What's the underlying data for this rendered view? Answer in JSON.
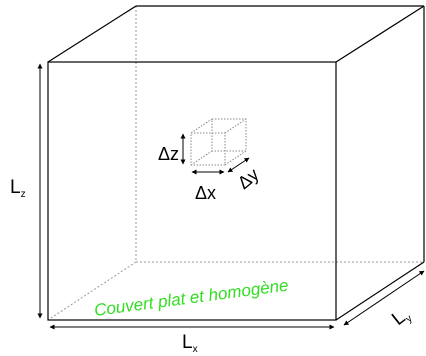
{
  "labels": {
    "lx": "L",
    "lx_sub": "x",
    "ly": "L",
    "ly_sub": "y",
    "lz": "L",
    "lz_sub": "z",
    "dx": "Δx",
    "dy": "Δy",
    "dz": "Δz",
    "ground_text": "Couvert plat et homogène"
  },
  "colors": {
    "box_edges": "#000000",
    "hidden_edges": "#9a9a9a",
    "small_cell_edges": "#8a8a8a",
    "ground_text": "#33dd22",
    "background": "#ffffff"
  }
}
